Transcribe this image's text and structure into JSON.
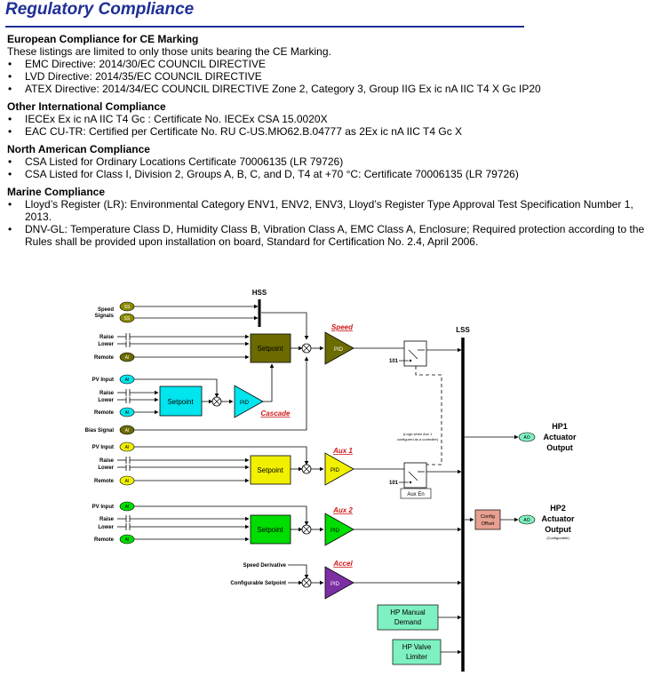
{
  "doc": {
    "title": "Regulatory Compliance",
    "sections": [
      {
        "heading": "European Compliance for CE Marking",
        "intro": "These listings are limited to only those units bearing the CE Marking.",
        "items": [
          "EMC Directive: 2014/30/EC COUNCIL DIRECTIVE",
          "LVD Directive: 2014/35/EC COUNCIL DIRECTIVE",
          "ATEX Directive: 2014/34/EC COUNCIL DIRECTIVE Zone 2, Category 3, Group IIG Ex ic nA IIC T4 X Gc IP20"
        ]
      },
      {
        "heading": "Other International Compliance",
        "items": [
          "IECEx Ex ic nA IIC T4 Gc : Certificate No. IECEx CSA 15.0020X",
          " EAC CU-TR: Certified per Certificate No. RU C-US.MЮ62.B.04777 as 2Ex ic nA IIC T4 Gc X"
        ]
      },
      {
        "heading": "North American Compliance",
        "items": [
          "CSA Listed for Ordinary Locations Certificate 70006135 (LR 79726)",
          "CSA Listed for Class I, Division 2, Groups A, B, C, and D, T4 at +70 °C: Certificate 70006135 (LR 79726)"
        ]
      },
      {
        "heading": "Marine Compliance",
        "items": [
          "Lloyd’s Register (LR): Environmental Category ENV1, ENV2, ENV3, Lloyd’s Register Type Approval Test Specification Number 1, 2013.",
          "DNV-GL: Temperature Class D, Humidity Class B, Vibration Class A, EMC Class A, Enclosure; Required protection according to the Rules shall be provided upon installation on board, Standard for Certification No. 2.4, April 2006."
        ]
      }
    ]
  },
  "diagram": {
    "hss": "HSS",
    "lss": "LSS",
    "labels": {
      "speed": "Speed",
      "signals": "Signals",
      "raise": "Raise",
      "lower": "Lower",
      "remote": "Remote",
      "pv_input": "PV Input",
      "bias_signal": "Bias Signal",
      "speed_derivative": "Speed Derivative",
      "configurable_setpoint": "Configurable Setpoint",
      "setpoint": "Setpoint",
      "pid": "PID",
      "ss": "SS",
      "ai": "AI",
      "ao": "AO",
      "n101": "101",
      "aux_en": "Aux En",
      "logic_note_1": "(Logic when Aux 1",
      "logic_note_2": "configured as a controller)",
      "config_offset_1": "Config",
      "config_offset_2": "Offset",
      "hp_manual_1": "HP Manual",
      "hp_manual_2": "Demand",
      "hp_valve_1": "HP Valve",
      "hp_valve_2": "Limiter"
    },
    "controllers": {
      "speed": "Speed",
      "cascade": "Cascade",
      "aux1": "Aux 1",
      "aux2": "Aux 2",
      "accel": "Accel"
    },
    "outputs": {
      "hp1_1": "HP1",
      "hp1_2": "Actuator",
      "hp1_3": "Output",
      "hp2_1": "HP2",
      "hp2_2": "Actuator",
      "hp2_3": "Output",
      "hp2_4": "(Configurable)"
    },
    "colors": {
      "speed": "#6b6b00",
      "cascade": "#00e5ee",
      "aux1": "#f0f000",
      "aux2": "#00dd00",
      "accel": "#7b2fa3",
      "ss_circle": "#8b8b00",
      "config_offset": "#e8a090",
      "hp_box": "#7ff0c0",
      "title": "#1f2f96",
      "ctrl_label": "#d01818"
    }
  }
}
